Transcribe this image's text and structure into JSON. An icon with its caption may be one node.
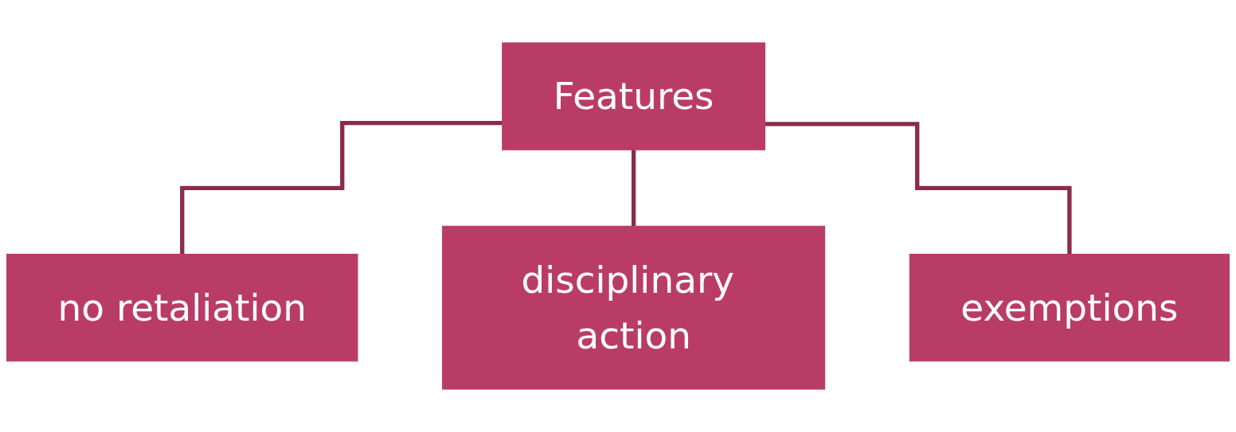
{
  "diagram": {
    "nodes": [
      {
        "text": [
          "Features"
        ]
      },
      {
        "text": [
          "no retaliation"
        ]
      },
      {
        "text": [
          "disciplinary action"
        ]
      },
      {
        "text": [
          "exemptions"
        ]
      }
    ],
    "edges": [
      {
        "from": 0,
        "to": 1,
        "arrow": "none"
      },
      {
        "from": 0,
        "to": 2,
        "arrow": "none"
      },
      {
        "from": 0,
        "to": 3,
        "arrow": "none"
      }
    ]
  }
}
